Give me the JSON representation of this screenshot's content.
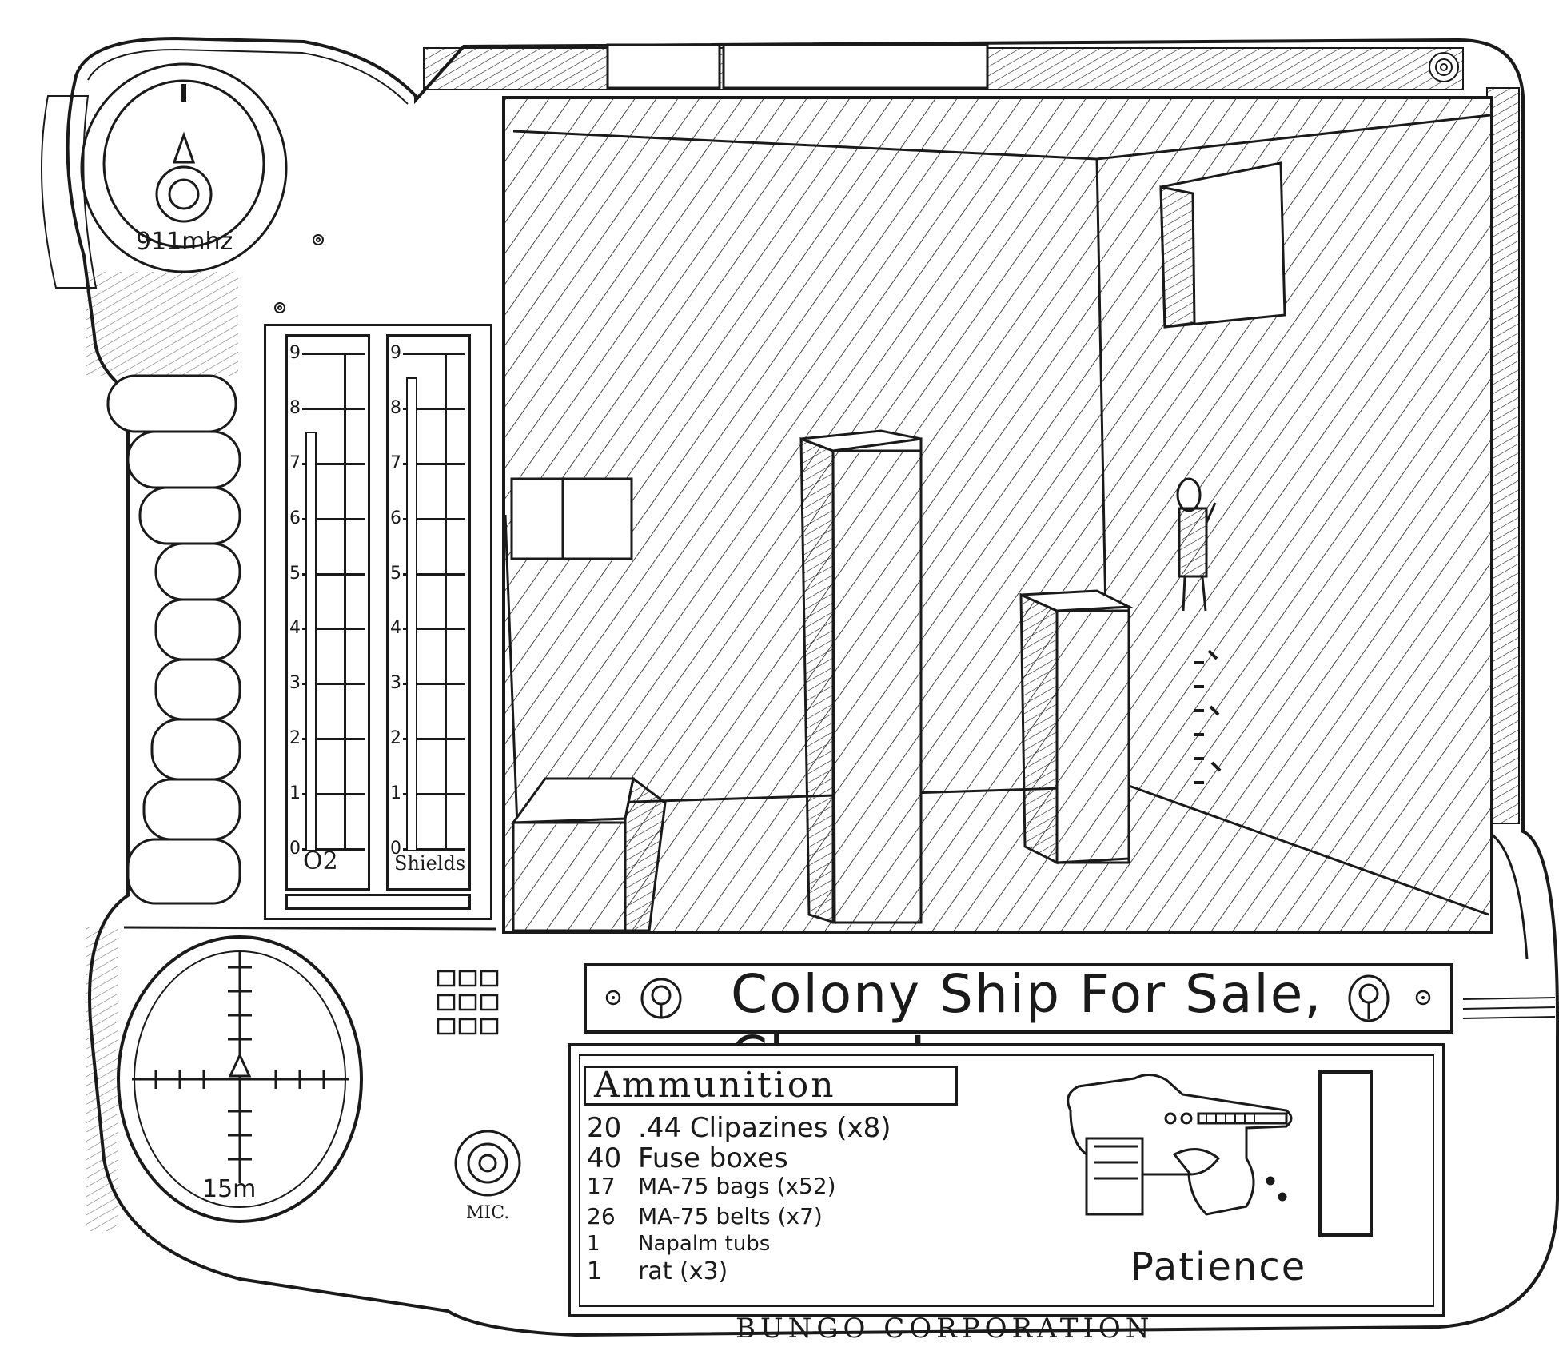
{
  "radio": {
    "frequency": "911mhz"
  },
  "gauges": [
    {
      "label": "O2",
      "level": 0.84,
      "ticks": [
        "9",
        "8",
        "7",
        "6",
        "5",
        "4",
        "3",
        "2",
        "1",
        "0"
      ]
    },
    {
      "label": "Shields",
      "level": 0.95,
      "ticks": [
        "9",
        "8",
        "7",
        "6",
        "5",
        "4",
        "3",
        "2",
        "1",
        "0"
      ]
    }
  ],
  "motion_sensor": {
    "range": "15m"
  },
  "mic": {
    "label": "MIC."
  },
  "message_bar": {
    "text": "Colony Ship For Sale, Cheap!"
  },
  "inventory": {
    "header": "Ammunition",
    "items": [
      {
        "qty": "20",
        "name": ".44 Clipazines (x8)"
      },
      {
        "qty": "40",
        "name": "Fuse boxes"
      },
      {
        "qty": "17",
        "name": "MA-75 bags (x52)"
      },
      {
        "qty": "26",
        "name": "MA-75 belts (x7)"
      },
      {
        "qty": "1",
        "name": "Napalm tubs"
      },
      {
        "qty": "1",
        "name": "rat (x3)"
      }
    ]
  },
  "weapon": {
    "name": "Patience",
    "icon": "pistol-icon"
  },
  "footer": {
    "brand": "BUNGO CORPORATION"
  },
  "colors": {
    "ink": "#1a1a1a",
    "paper": "#ffffff"
  }
}
